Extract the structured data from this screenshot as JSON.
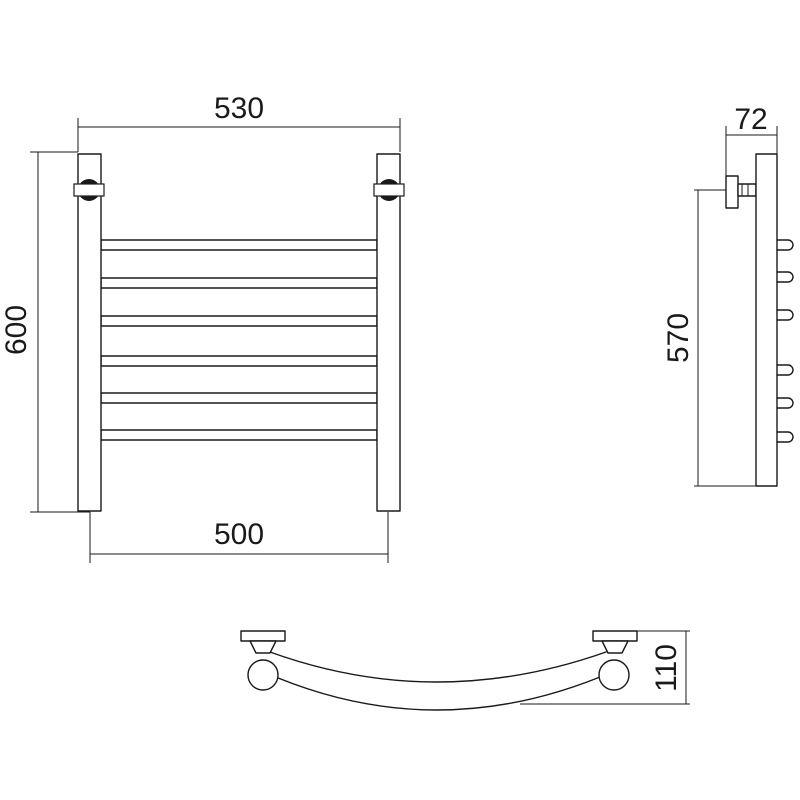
{
  "dimensions": {
    "overall_width": "530",
    "pipe_spacing": "500",
    "overall_height": "600",
    "mount_height": "570",
    "wall_offset": "72",
    "depth": "110"
  }
}
